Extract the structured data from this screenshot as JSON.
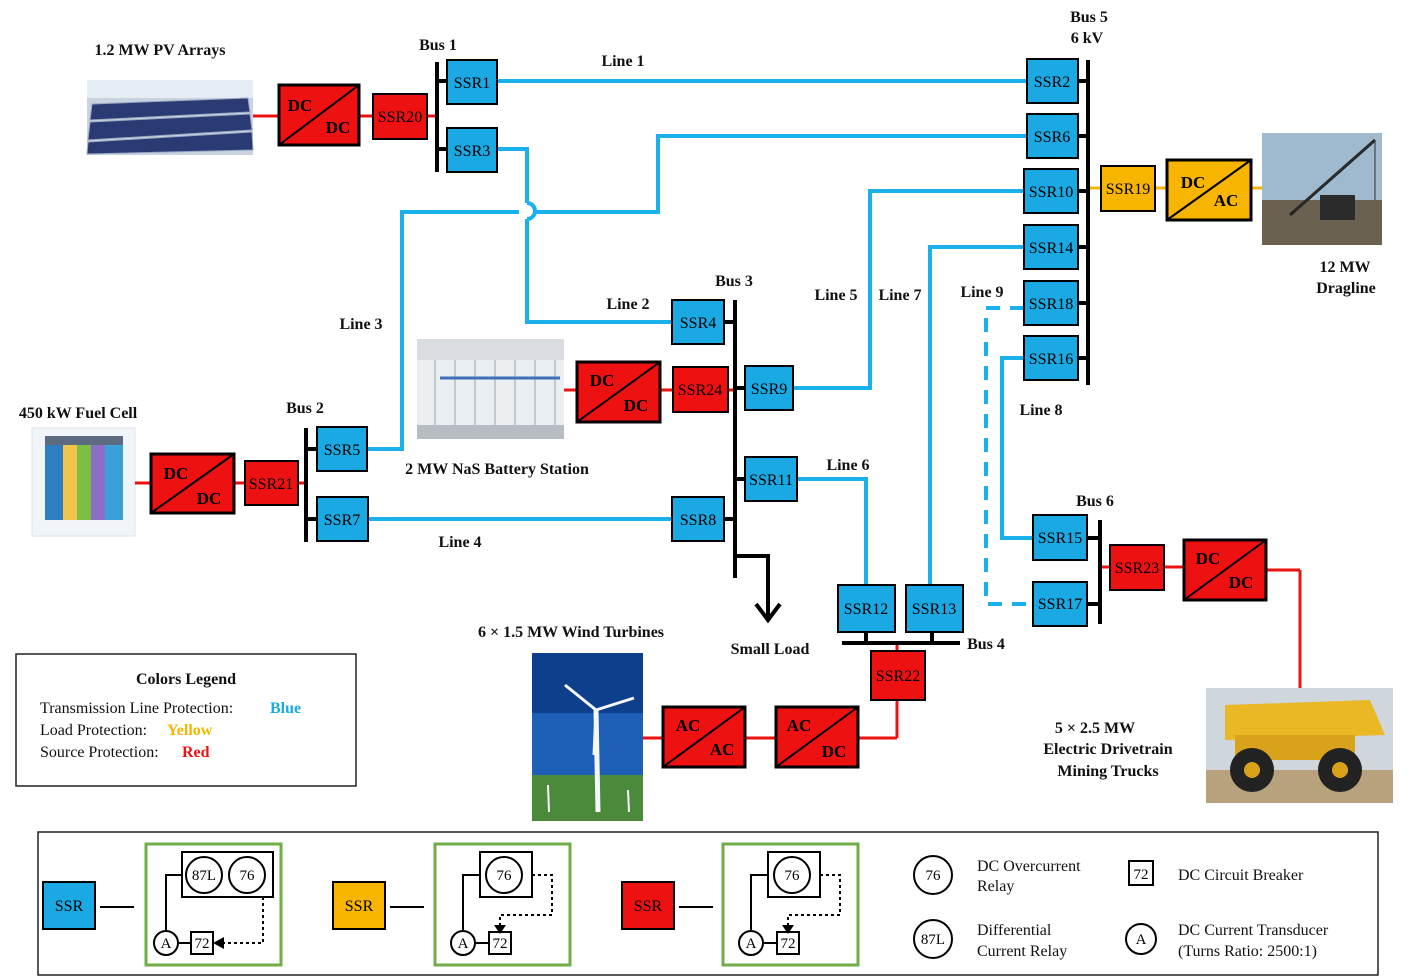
{
  "colors": {
    "blue": "#1aa9e3",
    "yellow": "#f7b500",
    "red": "#ee1111",
    "green_box": "#70ad47",
    "line_blue": "#1ab0ea"
  },
  "sources": {
    "pv": "1.2 MW PV Arrays",
    "fuel_cell": "450 kW Fuel Cell",
    "battery": "2 MW NaS Battery Station",
    "wind": "6 × 1.5 MW Wind Turbines",
    "dragline_1": "12 MW",
    "dragline_2": "Dragline",
    "trucks_1": "5 × 2.5 MW",
    "trucks_2": "Electric Drivetrain",
    "trucks_3": "Mining Trucks",
    "small_load": "Small Load"
  },
  "buses": {
    "bus1": "Bus 1",
    "bus2": "Bus 2",
    "bus3": "Bus 3",
    "bus4": "Bus 4",
    "bus5": "Bus 5",
    "bus5_kv": "6 kV",
    "bus6": "Bus 6"
  },
  "lines": {
    "line1": "Line 1",
    "line2": "Line 2",
    "line3": "Line 3",
    "line4": "Line 4",
    "line5": "Line 5",
    "line6": "Line 6",
    "line7": "Line 7",
    "line8": "Line 8",
    "line9": "Line 9"
  },
  "ssr": {
    "s1": "SSR1",
    "s2": "SSR2",
    "s3": "SSR3",
    "s4": "SSR4",
    "s5": "SSR5",
    "s6": "SSR6",
    "s7": "SSR7",
    "s8": "SSR8",
    "s9": "SSR9",
    "s10": "SSR10",
    "s11": "SSR11",
    "s12": "SSR12",
    "s13": "SSR13",
    "s14": "SSR14",
    "s15": "SSR15",
    "s16": "SSR16",
    "s17": "SSR17",
    "s18": "SSR18",
    "s19": "SSR19",
    "s20": "SSR20",
    "s21": "SSR21",
    "s22": "SSR22",
    "s23": "SSR23",
    "s24": "SSR24"
  },
  "converters": {
    "dc": "DC",
    "ac": "AC"
  },
  "legend": {
    "title": "Colors Legend",
    "row1_label": "Transmission  Line Protection:",
    "row1_value": "Blue",
    "row2_label": "Load Protection:",
    "row2_value": "Yellow",
    "row3_label": "Source  Protection:",
    "row3_value": "Red"
  },
  "key": {
    "ssr": "SSR",
    "r87l": "87L",
    "r76": "76",
    "b72": "72",
    "a": "A",
    "dc_oc_1": "DC  Overcurrent",
    "dc_oc_2": "Relay",
    "diff_1": "Differential",
    "diff_2": "Current  Relay",
    "breaker": "DC  Circuit  Breaker",
    "ct_1": "DC  Current  Transducer",
    "ct_2": "(Turns  Ratio:  2500:1)"
  }
}
